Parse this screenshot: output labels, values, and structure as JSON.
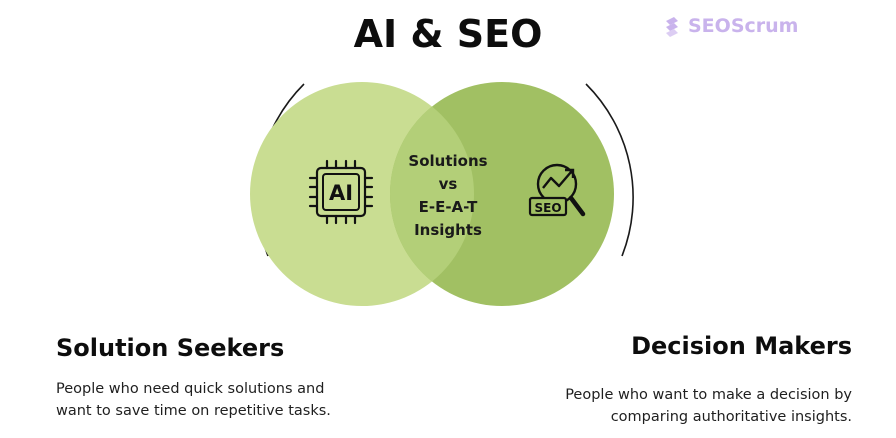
{
  "title": "AI & SEO",
  "brand": {
    "name": "SEOScrum",
    "icon": "seoscrum-logo-icon",
    "color": "#c9b3ec"
  },
  "venn": {
    "left_circle_color": "#c9dd92",
    "right_circle_color": "#a1c063",
    "overlap_color": "#b3cf78",
    "left_icon": {
      "name": "ai-chip-icon",
      "text": "AI"
    },
    "right_icon": {
      "name": "seo-growth-icon",
      "text": "SEO"
    },
    "overlap_lines": [
      "Solutions",
      "vs",
      "E-E-A-T",
      "Insights"
    ]
  },
  "left_group": {
    "heading": "Solution Seekers",
    "description_lines": [
      "People who need quick solutions and",
      "want to save time on repetitive tasks."
    ]
  },
  "right_group": {
    "heading": "Decision Makers",
    "description_lines": [
      "People who want to make a decision by",
      "comparing  authoritative insights."
    ]
  }
}
